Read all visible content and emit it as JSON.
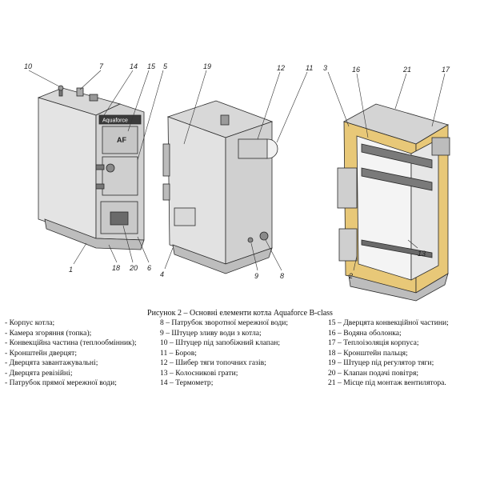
{
  "caption": "Рисунок 2 – Основні елементи котла Aquaforce B-class",
  "brand": {
    "text": "Aquaforce",
    "badge": "AF"
  },
  "callouts": {
    "c10": "10",
    "c7": "7",
    "c14": "14",
    "c15": "15",
    "c5": "5",
    "c1": "1",
    "c18": "18",
    "c20": "20",
    "c6": "6",
    "c19": "19",
    "c12": "12",
    "c11": "11",
    "c4": "4",
    "c9": "9",
    "c8": "8",
    "c3": "3",
    "c16": "16",
    "c21": "21",
    "c17": "17",
    "c2": "2",
    "c13": "13"
  },
  "legend": {
    "col1": [
      "- Корпус котла;",
      "- Камера згоряння (топка);",
      "- Конвекційна частина (теплообмінник);",
      "- Кронштейн дверцят;",
      "- Дверцята завантажувальні;",
      "- Дверцята ревізійні;",
      "- Патрубок прямої мережної води;"
    ],
    "col2": [
      "8 – Патрубок зворотної мережної води;",
      "9 – Штуцер зливу води з котла;",
      "10 – Штуцер під запобіжний клапан;",
      "11 – Боров;",
      "12 – Шибер тяги топочних газів;",
      "13 – Колосникові грати;",
      "14 – Термометр;"
    ],
    "col3": [
      "15 – Дверцята конвекційної частини;",
      "16 – Водяна оболонка;",
      "17 – Теплоізоляція корпуса;",
      "18 – Кронштейн пальця;",
      "19 – Штуцер під регулятор тяги;",
      "20 – Клапан подачі повітря;",
      "21 – Місце під монтаж вентилятора."
    ]
  },
  "colors": {
    "line": "#2a2a2a",
    "body": "#e4e4e4",
    "shade": "#bdbdbd",
    "dark": "#6a6a6a",
    "insulation": "#e8c878"
  }
}
